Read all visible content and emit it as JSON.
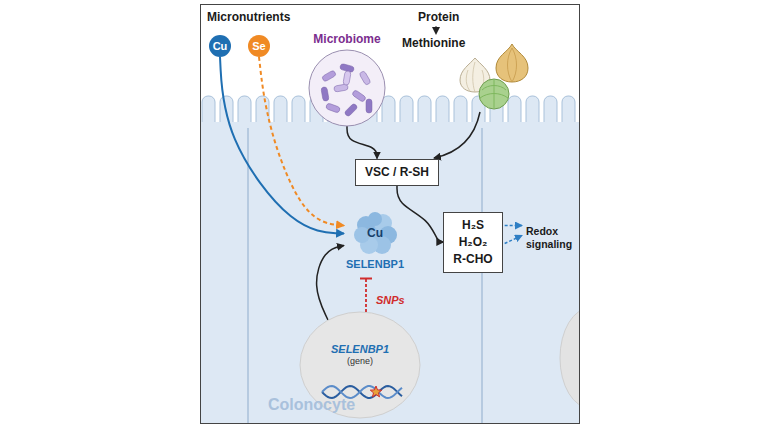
{
  "diagram": {
    "nodes": [
      {
        "text": [
          "Cu"
        ]
      },
      {
        "text": [
          "Se"
        ]
      },
      {
        "text": [
          "Microbiome"
        ]
      },
      {
        "text": [
          "VSC / R-SH"
        ]
      },
      {
        "text": [
          "Cu",
          "SELENBP1"
        ]
      },
      {
        "text": [
          "H₂S",
          "H₂O₂",
          "R-CHO"
        ]
      },
      {
        "text": [
          "SELENBP1",
          "(gene)"
        ]
      }
    ],
    "edges": [
      {
        "from": 0,
        "to": 4,
        "arrow": "to"
      },
      {
        "from": 1,
        "to": 4,
        "arrow": "to"
      },
      {
        "from": 2,
        "to": 3,
        "arrow": "to"
      },
      {
        "from": 3,
        "to": 5,
        "arrow": "to"
      },
      {
        "from": 6,
        "to": 4,
        "arrow": "to"
      }
    ],
    "labels": [
      "Micronutrients",
      "Protein",
      "Methionine",
      "Redox signaling",
      "SNPs",
      "Colonocyte"
    ]
  }
}
